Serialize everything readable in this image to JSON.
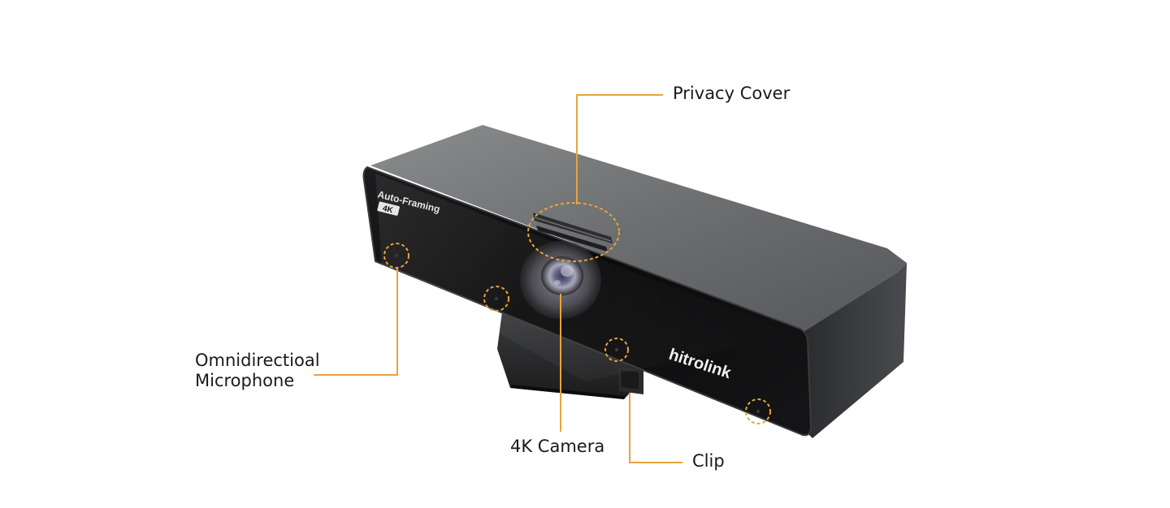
{
  "device": {
    "brand_logo": "hitrolink",
    "badge_feature": "Auto-Framing",
    "badge_resolution": "4K"
  },
  "callouts": {
    "privacy_cover": "Privacy Cover",
    "microphone_line1": "Omnidirectioal",
    "microphone_line2": "Microphone",
    "camera": "4K Camera",
    "clip": "Clip"
  },
  "colors": {
    "callout_line": "#e8a33c",
    "body_dark": "#121212",
    "body_top": "#707273",
    "label_text": "#1a1a1a"
  }
}
